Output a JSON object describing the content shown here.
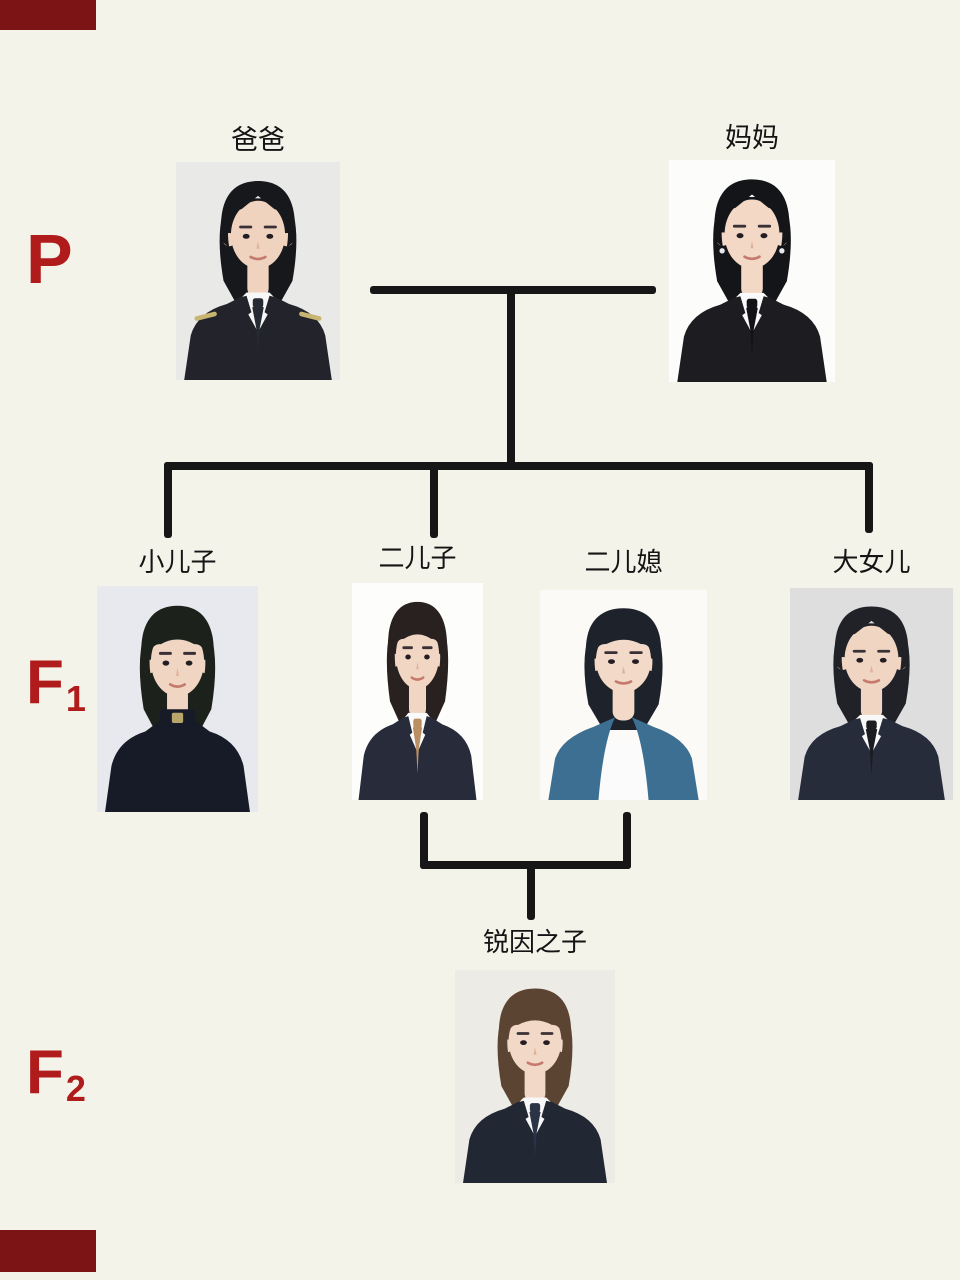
{
  "page": {
    "background": "#f4f3e9",
    "line_color": "#161616",
    "accent_red": "#b01b1b",
    "corner_block_color": "#7c1416",
    "label_color": "#141414"
  },
  "generations": {
    "p": {
      "label": "P"
    },
    "f1": {
      "label": "F",
      "sub": "1"
    },
    "f2": {
      "label": "F",
      "sub": "2"
    }
  },
  "members": {
    "father": {
      "label": "爸爸",
      "portrait": {
        "bg": "#e9e9e7",
        "hair": "#17181c",
        "skin": "#efd3bf",
        "suit": "#23242b",
        "shirt": "#f7f7f7",
        "tie": "#262a33",
        "style": "suit",
        "hairstyle": "part",
        "extras": [
          "epaulettes"
        ]
      }
    },
    "mother": {
      "label": "妈妈",
      "portrait": {
        "bg": "#fcfcfb",
        "hair": "#141518",
        "skin": "#f3d8c6",
        "suit": "#1c1c21",
        "shirt": "#fafafa",
        "tie": "#131317",
        "style": "suit",
        "hairstyle": "part",
        "extras": [
          "earrings"
        ]
      }
    },
    "youngest_son": {
      "label": "小儿子",
      "portrait": {
        "bg": "#e8e9ee",
        "hair": "#1c221b",
        "skin": "#f0d5c2",
        "suit": "#161b27",
        "shirt": "#f2f2f2",
        "tie": "",
        "style": "collar",
        "hairstyle": "fringe",
        "extras": []
      }
    },
    "second_son": {
      "label": "二儿子",
      "portrait": {
        "bg": "#fdfdfc",
        "hair": "#292120",
        "skin": "#f1d6c3",
        "suit": "#272b3a",
        "shirt": "#fafafa",
        "tie": "#b98f63",
        "style": "suit",
        "hairstyle": "fringe",
        "extras": []
      }
    },
    "second_daughter_in_law": {
      "label": "二儿媳",
      "portrait": {
        "bg": "#fbfaf7",
        "hair": "#1e222b",
        "skin": "#f3d9c8",
        "suit": "#3c6f92",
        "shirt": "#fbfbfb",
        "tie": "",
        "style": "cardigan",
        "hairstyle": "fringe",
        "extras": []
      }
    },
    "eldest_daughter": {
      "label": "大女儿",
      "portrait": {
        "bg": "#dededf",
        "hair": "#202227",
        "skin": "#f0d5c3",
        "suit": "#272c3b",
        "shirt": "#f8f8f8",
        "tie": "#1a1c22",
        "style": "suit",
        "hairstyle": "part",
        "extras": []
      }
    },
    "grandson": {
      "label": "锐因之子",
      "portrait": {
        "bg": "#edebe6",
        "hair": "#5c4433",
        "skin": "#f2d8c6",
        "suit": "#222734",
        "shirt": "#f8f8f8",
        "tie": "#2b3347",
        "style": "suit",
        "hairstyle": "fringe",
        "extras": []
      }
    }
  }
}
